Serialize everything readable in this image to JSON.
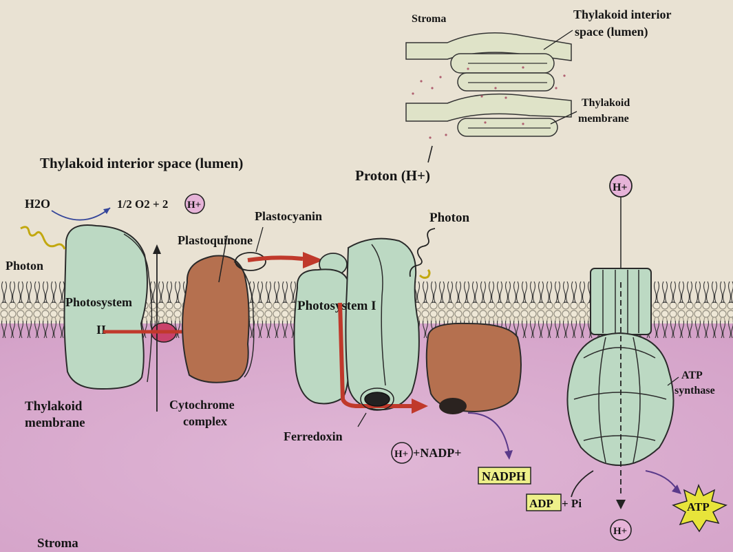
{
  "labels": {
    "stroma_top": "Stroma",
    "lumen_inset": [
      "Thylakoid interior",
      "space (lumen)"
    ],
    "membrane_inset": [
      "Thylakoid",
      "membrane"
    ],
    "proton": "Proton (H+)",
    "lumen_main": "Thylakoid interior space (lumen)",
    "water": "H2O",
    "oxygen": "1/2 O2 + 2",
    "h_plus": "H+",
    "plastocyanin": "Plastocyanin",
    "plastoquinone": "Plastoquinone",
    "photon_left": "Photon",
    "photon_right": "Photon",
    "photosystem_2": [
      "Photosystem",
      "II"
    ],
    "photosystem_1": "Photosystem I",
    "thylakoid_membrane": [
      "Thylakoid",
      "membrane"
    ],
    "cytochrome": [
      "Cytochrome",
      "complex"
    ],
    "ferredoxin": "Ferredoxin",
    "nadp": "+NADP+",
    "nadph": "NADPH",
    "atp_synthase": [
      "ATP",
      "synthase"
    ],
    "adp": "ADP",
    "pi": "+ Pi",
    "atp": "ATP",
    "stroma_bottom": "Stroma"
  },
  "colors": {
    "lumen": "#e9e2d3",
    "stroma": "#d8a9cd",
    "protein": "#bcd9c3",
    "cytochrome": "#b5704f",
    "arrow": "#c0392b",
    "proton_badge": "#e6b3d8",
    "label_box": "#eef08a",
    "atp_star": "#e8e43a"
  }
}
